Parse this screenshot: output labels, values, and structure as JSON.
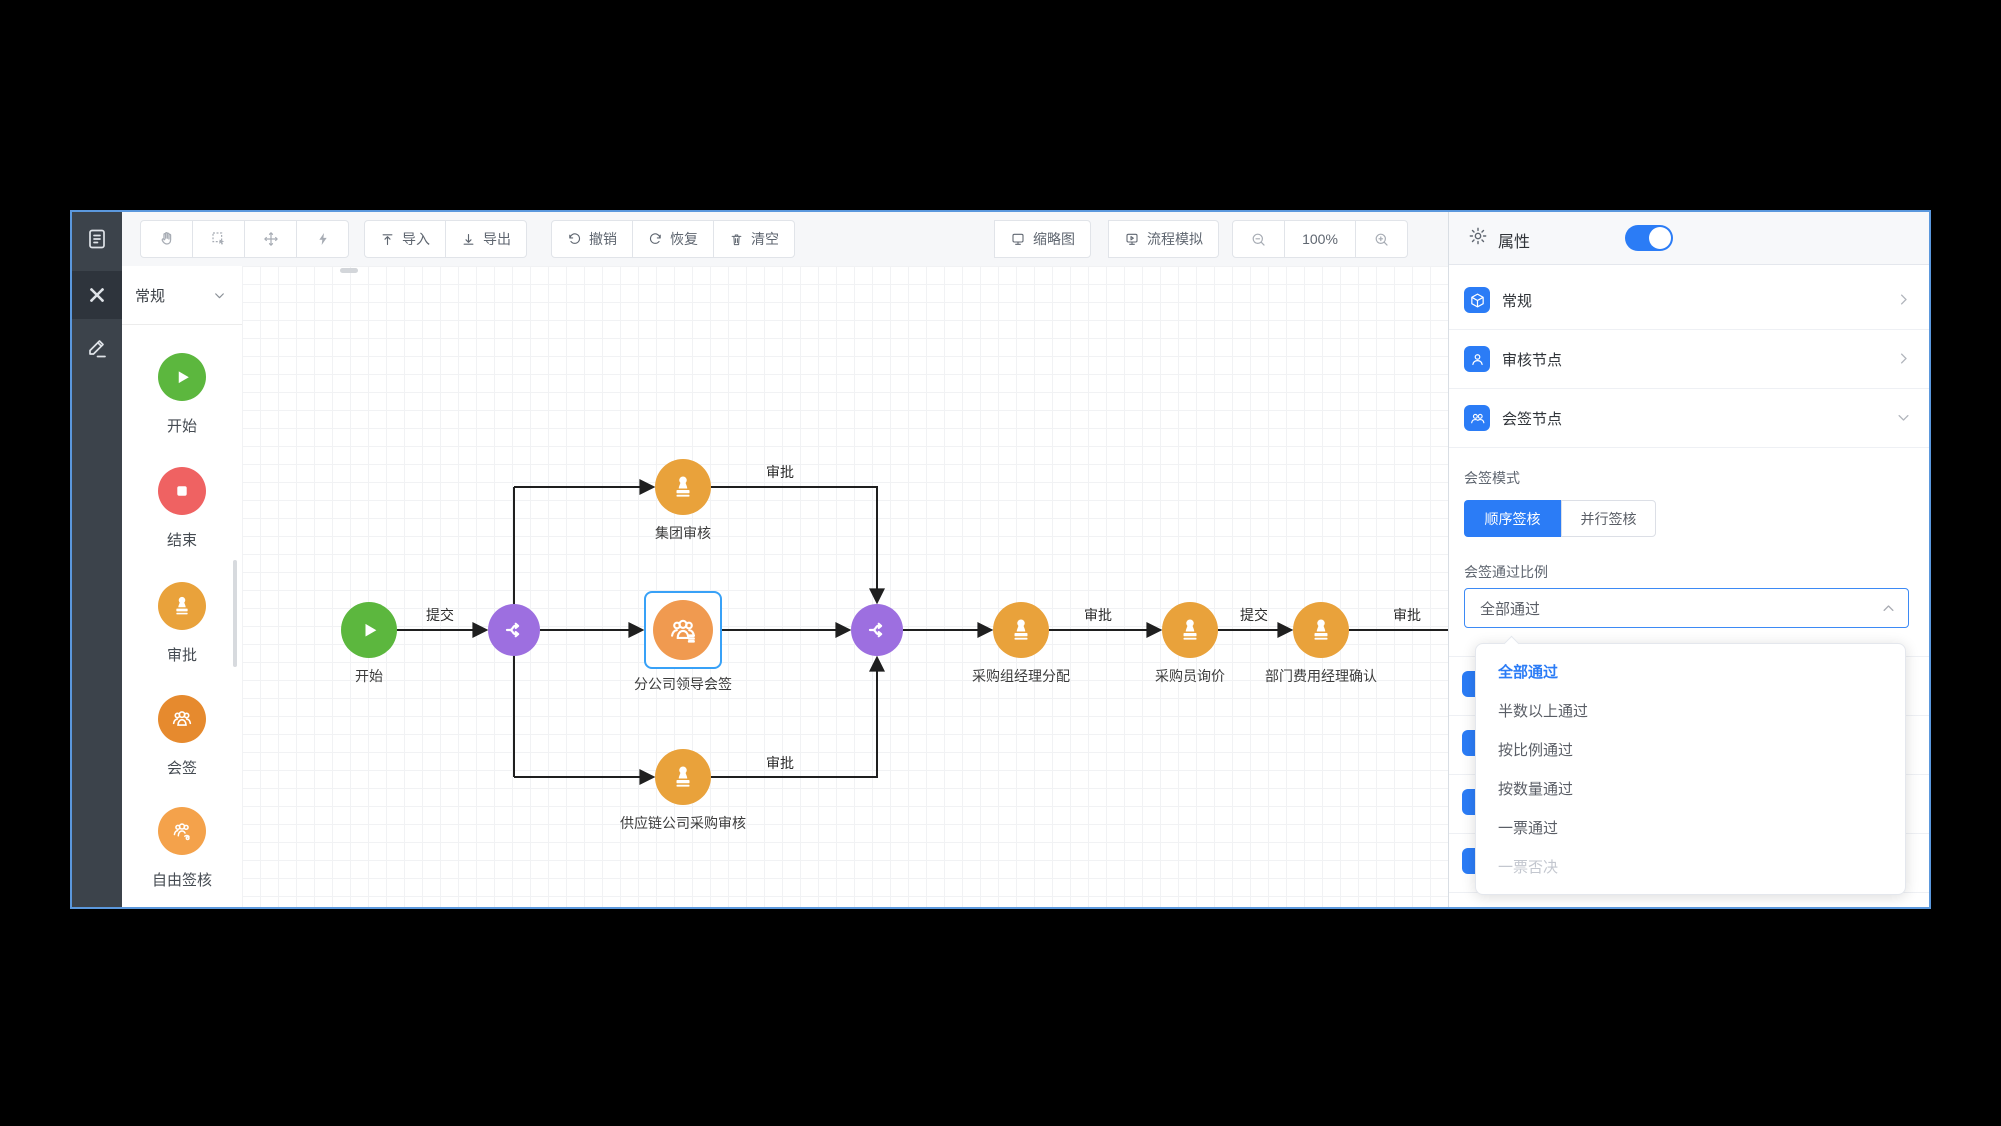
{
  "colors": {
    "accent_blue": "#2b7cf6",
    "selection_blue": "#38a1f7",
    "node_green": "#5cb73e",
    "node_red": "#ef6262",
    "node_amber": "#e9a23b",
    "node_orange": "#e68a2e",
    "node_orange_light": "#f4a24b",
    "node_selected_orange": "#f09a50",
    "node_purple": "#9d6fe0",
    "edge_black": "#1f1f1f",
    "window_border": "#5b98dd"
  },
  "sidebar": {
    "icons": [
      {
        "name": "document-icon"
      },
      {
        "name": "flow-icon"
      },
      {
        "name": "pencil-icon"
      }
    ]
  },
  "toolbar": {
    "import_label": "导入",
    "export_label": "导出",
    "undo_label": "撤销",
    "redo_label": "恢复",
    "clear_label": "清空",
    "minimap_label": "缩略图",
    "simulate_label": "流程模拟",
    "zoom_level": "100%"
  },
  "palette": {
    "header": "常规",
    "items": [
      {
        "label": "开始",
        "type": "start"
      },
      {
        "label": "结束",
        "type": "end"
      },
      {
        "label": "审批",
        "type": "approve"
      },
      {
        "label": "会签",
        "type": "countersign"
      },
      {
        "label": "自由签核",
        "type": "free-sign"
      }
    ]
  },
  "canvas": {
    "nodes": [
      {
        "label": "开始",
        "type": "start"
      },
      {
        "label": "",
        "type": "gateway-split"
      },
      {
        "label": "分公司领导会签",
        "type": "countersign-selected"
      },
      {
        "label": "集团审核",
        "type": "approve"
      },
      {
        "label": "供应链公司采购审核",
        "type": "approve"
      },
      {
        "label": "",
        "type": "gateway-merge"
      },
      {
        "label": "采购组经理分配",
        "type": "approve"
      },
      {
        "label": "采购员询价",
        "type": "approve"
      },
      {
        "label": "部门费用经理确认",
        "type": "approve"
      }
    ],
    "edge_labels": [
      {
        "text": "提交"
      },
      {
        "text": "审批"
      },
      {
        "text": "审批"
      },
      {
        "text": "审批"
      },
      {
        "text": "提交"
      },
      {
        "text": "审批"
      }
    ]
  },
  "properties_panel": {
    "title": "属性",
    "sections": [
      {
        "label": "常规"
      },
      {
        "label": "审核节点"
      },
      {
        "label": "会签节点"
      }
    ],
    "sign_mode_label": "会签模式",
    "mode_buttons": [
      {
        "label": "顺序签核"
      },
      {
        "label": "并行签核"
      }
    ],
    "ratio_label": "会签通过比例",
    "select_value": "全部通过",
    "dropdown_options": [
      {
        "label": "全部通过"
      },
      {
        "label": "半数以上通过"
      },
      {
        "label": "按比例通过"
      },
      {
        "label": "按数量通过"
      },
      {
        "label": "一票通过"
      },
      {
        "label": "一票否决"
      }
    ]
  }
}
